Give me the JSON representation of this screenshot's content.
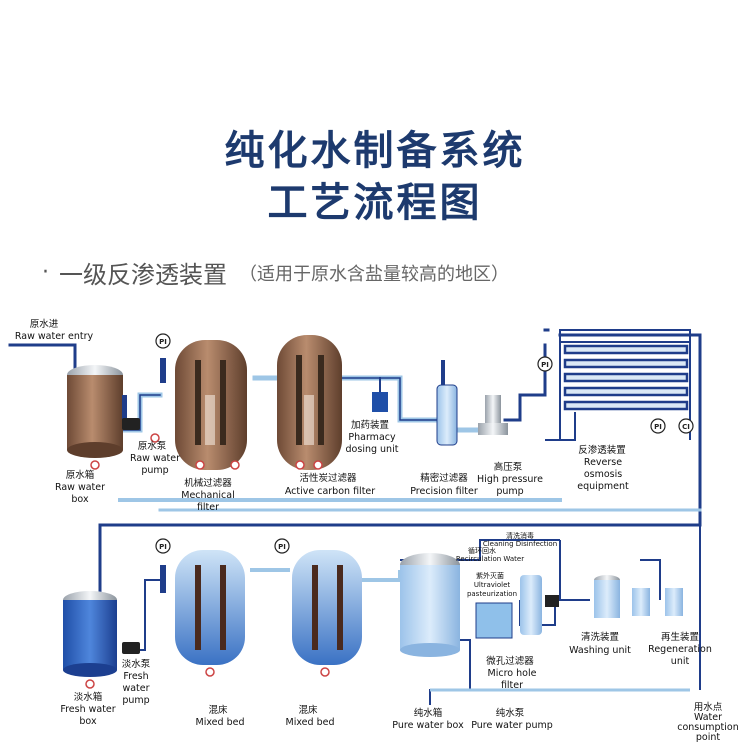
{
  "title_line1": "纯化水制备系统",
  "title_line2": "工艺流程图",
  "subtitle": {
    "bullet": "·",
    "main": "一级反渗透装置",
    "note": "（适用于原水含盐量较高的地区）"
  },
  "colors": {
    "title": "#1d3a6e",
    "pipe_dark": "#1f3d8a",
    "pipe_light": "#9ec6e6",
    "tank_brown": "#9a6a4c",
    "tank_blue": "#3a6fc8"
  },
  "labels": {
    "raw_entry_cn": "原水进",
    "raw_entry_en": "Raw water entry",
    "raw_box_cn": "原水箱",
    "raw_box_en1": "Raw water",
    "raw_box_en2": "box",
    "raw_pump_cn": "原水泵",
    "raw_pump_en1": "Raw water",
    "raw_pump_en2": "pump",
    "mech_cn": "机械过滤器",
    "mech_en1": "Mechanical",
    "mech_en2": "filter",
    "carbon_cn": "活性炭过滤器",
    "carbon_en": "Active carbon filter",
    "dosing_cn": "加药装置",
    "dosing_en1": "Pharmacy",
    "dosing_en2": "dosing unit",
    "precision_cn": "精密过滤器",
    "precision_en": "Precision filter",
    "hp_pump_cn": "高压泵",
    "hp_pump_en1": "High pressure",
    "hp_pump_en2": "pump",
    "ro_cn": "反渗透装置",
    "ro_en1": "Reverse",
    "ro_en2": "osmosis",
    "ro_en3": "equipment",
    "cleaning_cn": "清洗消毒",
    "cleaning_en": "Cleaning Disinfection",
    "recirc_cn": "循环回水",
    "recirc_en": "Recirculation Water",
    "uv_cn": "紫外灭菌",
    "uv_en1": "Ultraviolet",
    "uv_en2": "pasteurization",
    "fresh_box_cn": "淡水箱",
    "fresh_box_en1": "Fresh water",
    "fresh_box_en2": "box",
    "fresh_pump_cn": "淡水泵",
    "fresh_pump_en1": "Fresh",
    "fresh_pump_en2": "water",
    "fresh_pump_en3": "pump",
    "mixed1_cn": "混床",
    "mixed1_en": "Mixed bed",
    "mixed2_cn": "混床",
    "mixed2_en": "Mixed bed",
    "pure_box_cn": "纯水箱",
    "pure_box_en": "Pure water box",
    "pure_pump_cn": "纯水泵",
    "pure_pump_en": "Pure water pump",
    "micro_cn": "微孔过滤器",
    "micro_en1": "Micro hole",
    "micro_en2": "filter",
    "washing_cn": "清洗装置",
    "washing_en": "Washing unit",
    "regen_cn": "再生装置",
    "regen_en1": "Regeneration",
    "regen_en2": "unit",
    "consumption_cn": "用水点",
    "consumption_en1": "Water",
    "consumption_en2": "consumption",
    "consumption_en3": "point"
  },
  "gauges": {
    "pi": "PI",
    "ci": "CI"
  }
}
